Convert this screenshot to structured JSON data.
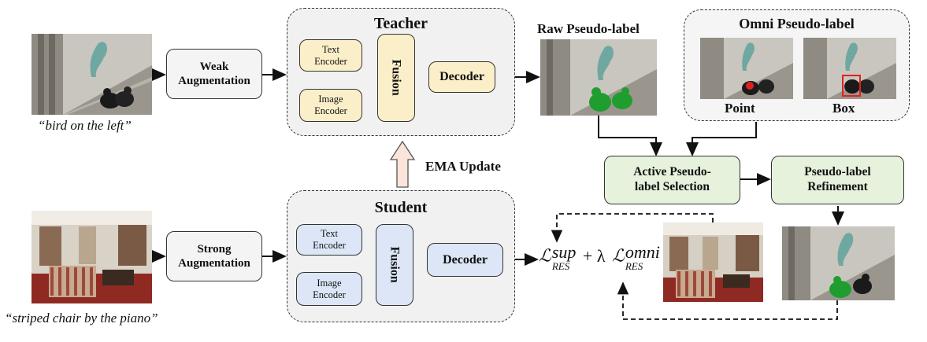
{
  "teacher": {
    "title": "Teacher",
    "text_encoder": "Text\nEncoder",
    "image_encoder": "Image\nEncoder",
    "fusion": "Fusion",
    "decoder": "Decoder"
  },
  "student": {
    "title": "Student",
    "text_encoder": "Text\nEncoder",
    "image_encoder": "Image\nEncoder",
    "fusion": "Fusion",
    "decoder": "Decoder"
  },
  "weak_aug": "Weak\nAugmentation",
  "strong_aug": "Strong\nAugmentation",
  "caption_top": "“bird on the left”",
  "caption_bottom": "“striped chair by the piano”",
  "ema_label": "EMA Update",
  "raw_label": "Raw Pseudo-label",
  "omni": {
    "title": "Omni Pseudo-label",
    "point": "Point",
    "box": "Box"
  },
  "active_sel": "Active Pseudo-\nlabel Selection",
  "refine": "Pseudo-label\nRefinement",
  "loss": {
    "l1": "ℒ",
    "sub1": "RES",
    "sup1": "sup",
    "plus": "+ λ",
    "l2": "ℒ",
    "sub2": "RES",
    "sup2": "omni"
  },
  "colors": {
    "teacher_fill": "#fbefc9",
    "student_fill": "#dce6f7",
    "refine_fill": "#e6f2dc",
    "mask": "#1f9e2f",
    "box_marker": "#e02020"
  }
}
